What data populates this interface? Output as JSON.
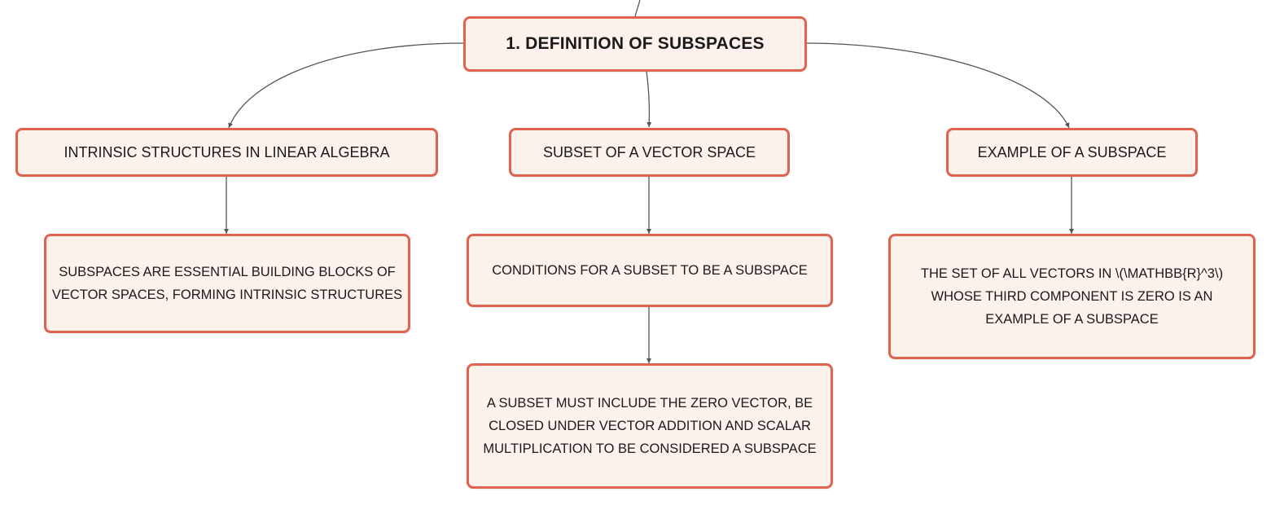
{
  "diagram": {
    "root": {
      "label": "1. DEFINITION OF SUBSPACES"
    },
    "branches": [
      {
        "label": "INTRINSIC STRUCTURES IN LINEAR ALGEBRA",
        "children": [
          {
            "label": "SUBSPACES ARE ESSENTIAL BUILDING BLOCKS OF VECTOR SPACES, FORMING INTRINSIC STRUCTURES"
          }
        ]
      },
      {
        "label": "SUBSET OF A VECTOR SPACE",
        "children": [
          {
            "label": "CONDITIONS FOR A SUBSET TO BE A SUBSPACE"
          },
          {
            "label": "A SUBSET MUST INCLUDE THE ZERO VECTOR, BE CLOSED UNDER VECTOR ADDITION AND SCALAR MULTIPLICATION TO BE CONSIDERED A SUBSPACE"
          }
        ]
      },
      {
        "label": "EXAMPLE OF A SUBSPACE",
        "children": [
          {
            "label": "THE SET OF ALL VECTORS IN \\(\\MATHBB{R}^3\\) WHOSE THIRD COMPONENT IS ZERO IS AN EXAMPLE OF A SUBSPACE"
          }
        ]
      }
    ],
    "colors": {
      "node_border": "#e0634f",
      "node_fill": "#fdf1ec",
      "connector": "#555555"
    }
  }
}
